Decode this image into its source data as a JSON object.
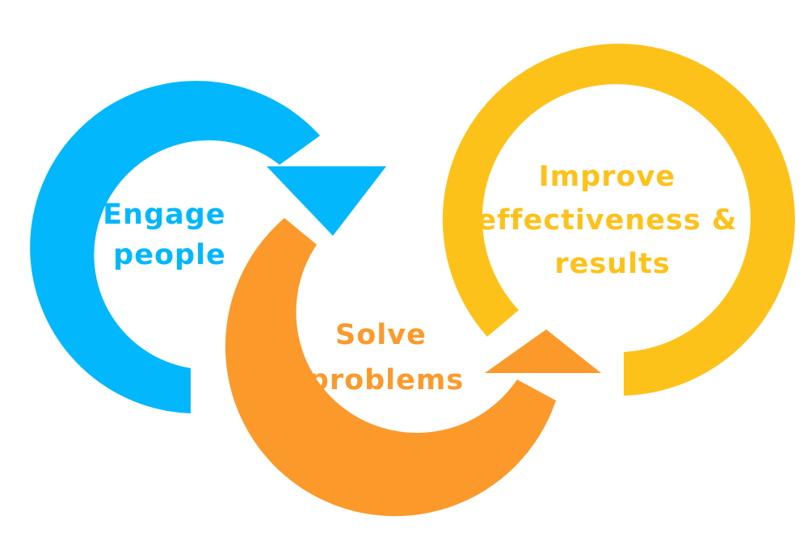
{
  "steps": [
    {
      "id": "engage",
      "color": "#03b7fc",
      "label_lines": [
        "Engage",
        "people"
      ]
    },
    {
      "id": "solve",
      "color": "#fb9a2b",
      "label_lines": [
        "Solve",
        "problems"
      ]
    },
    {
      "id": "improve",
      "color": "#fdc21a",
      "label_lines": [
        "Improve",
        "effectiveness &",
        "results"
      ]
    }
  ]
}
